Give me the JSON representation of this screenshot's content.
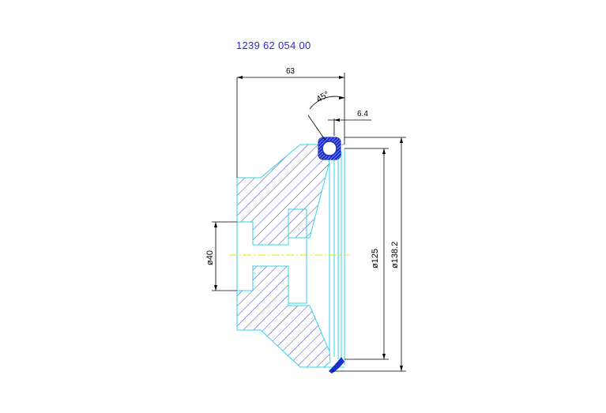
{
  "drawing": {
    "part_number": "1239 62 054 00",
    "dimensions": {
      "width": "63",
      "angle": "45°",
      "offset": "6.4",
      "bore_dia": "ø40",
      "inner_dia": "ø125",
      "outer_dia": "ø138.2"
    },
    "colors": {
      "outline": "#2fd6e8",
      "hatch": "#3a3ac8",
      "ring": "#1a2fd0",
      "centerline": "#e6e600",
      "dimension": "#000000",
      "title": "#2a2ad8"
    }
  }
}
